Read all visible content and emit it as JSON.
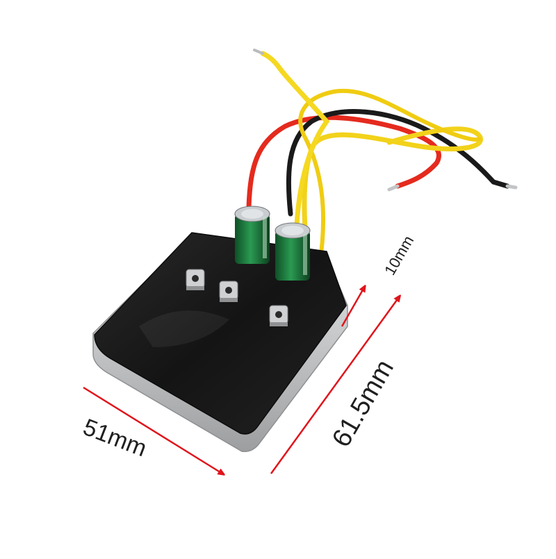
{
  "dimensions": {
    "width": "51mm",
    "length": "61.5mm",
    "height": "10mm"
  },
  "colors": {
    "arrow": "#e0141c",
    "board_top": "#1b1b1b",
    "board_edge": "#c9cbcd",
    "wire_yellow": "#f2d21a",
    "wire_red": "#e52a1e",
    "wire_black": "#1a1a1a",
    "capacitor": "#1f7a3d"
  }
}
